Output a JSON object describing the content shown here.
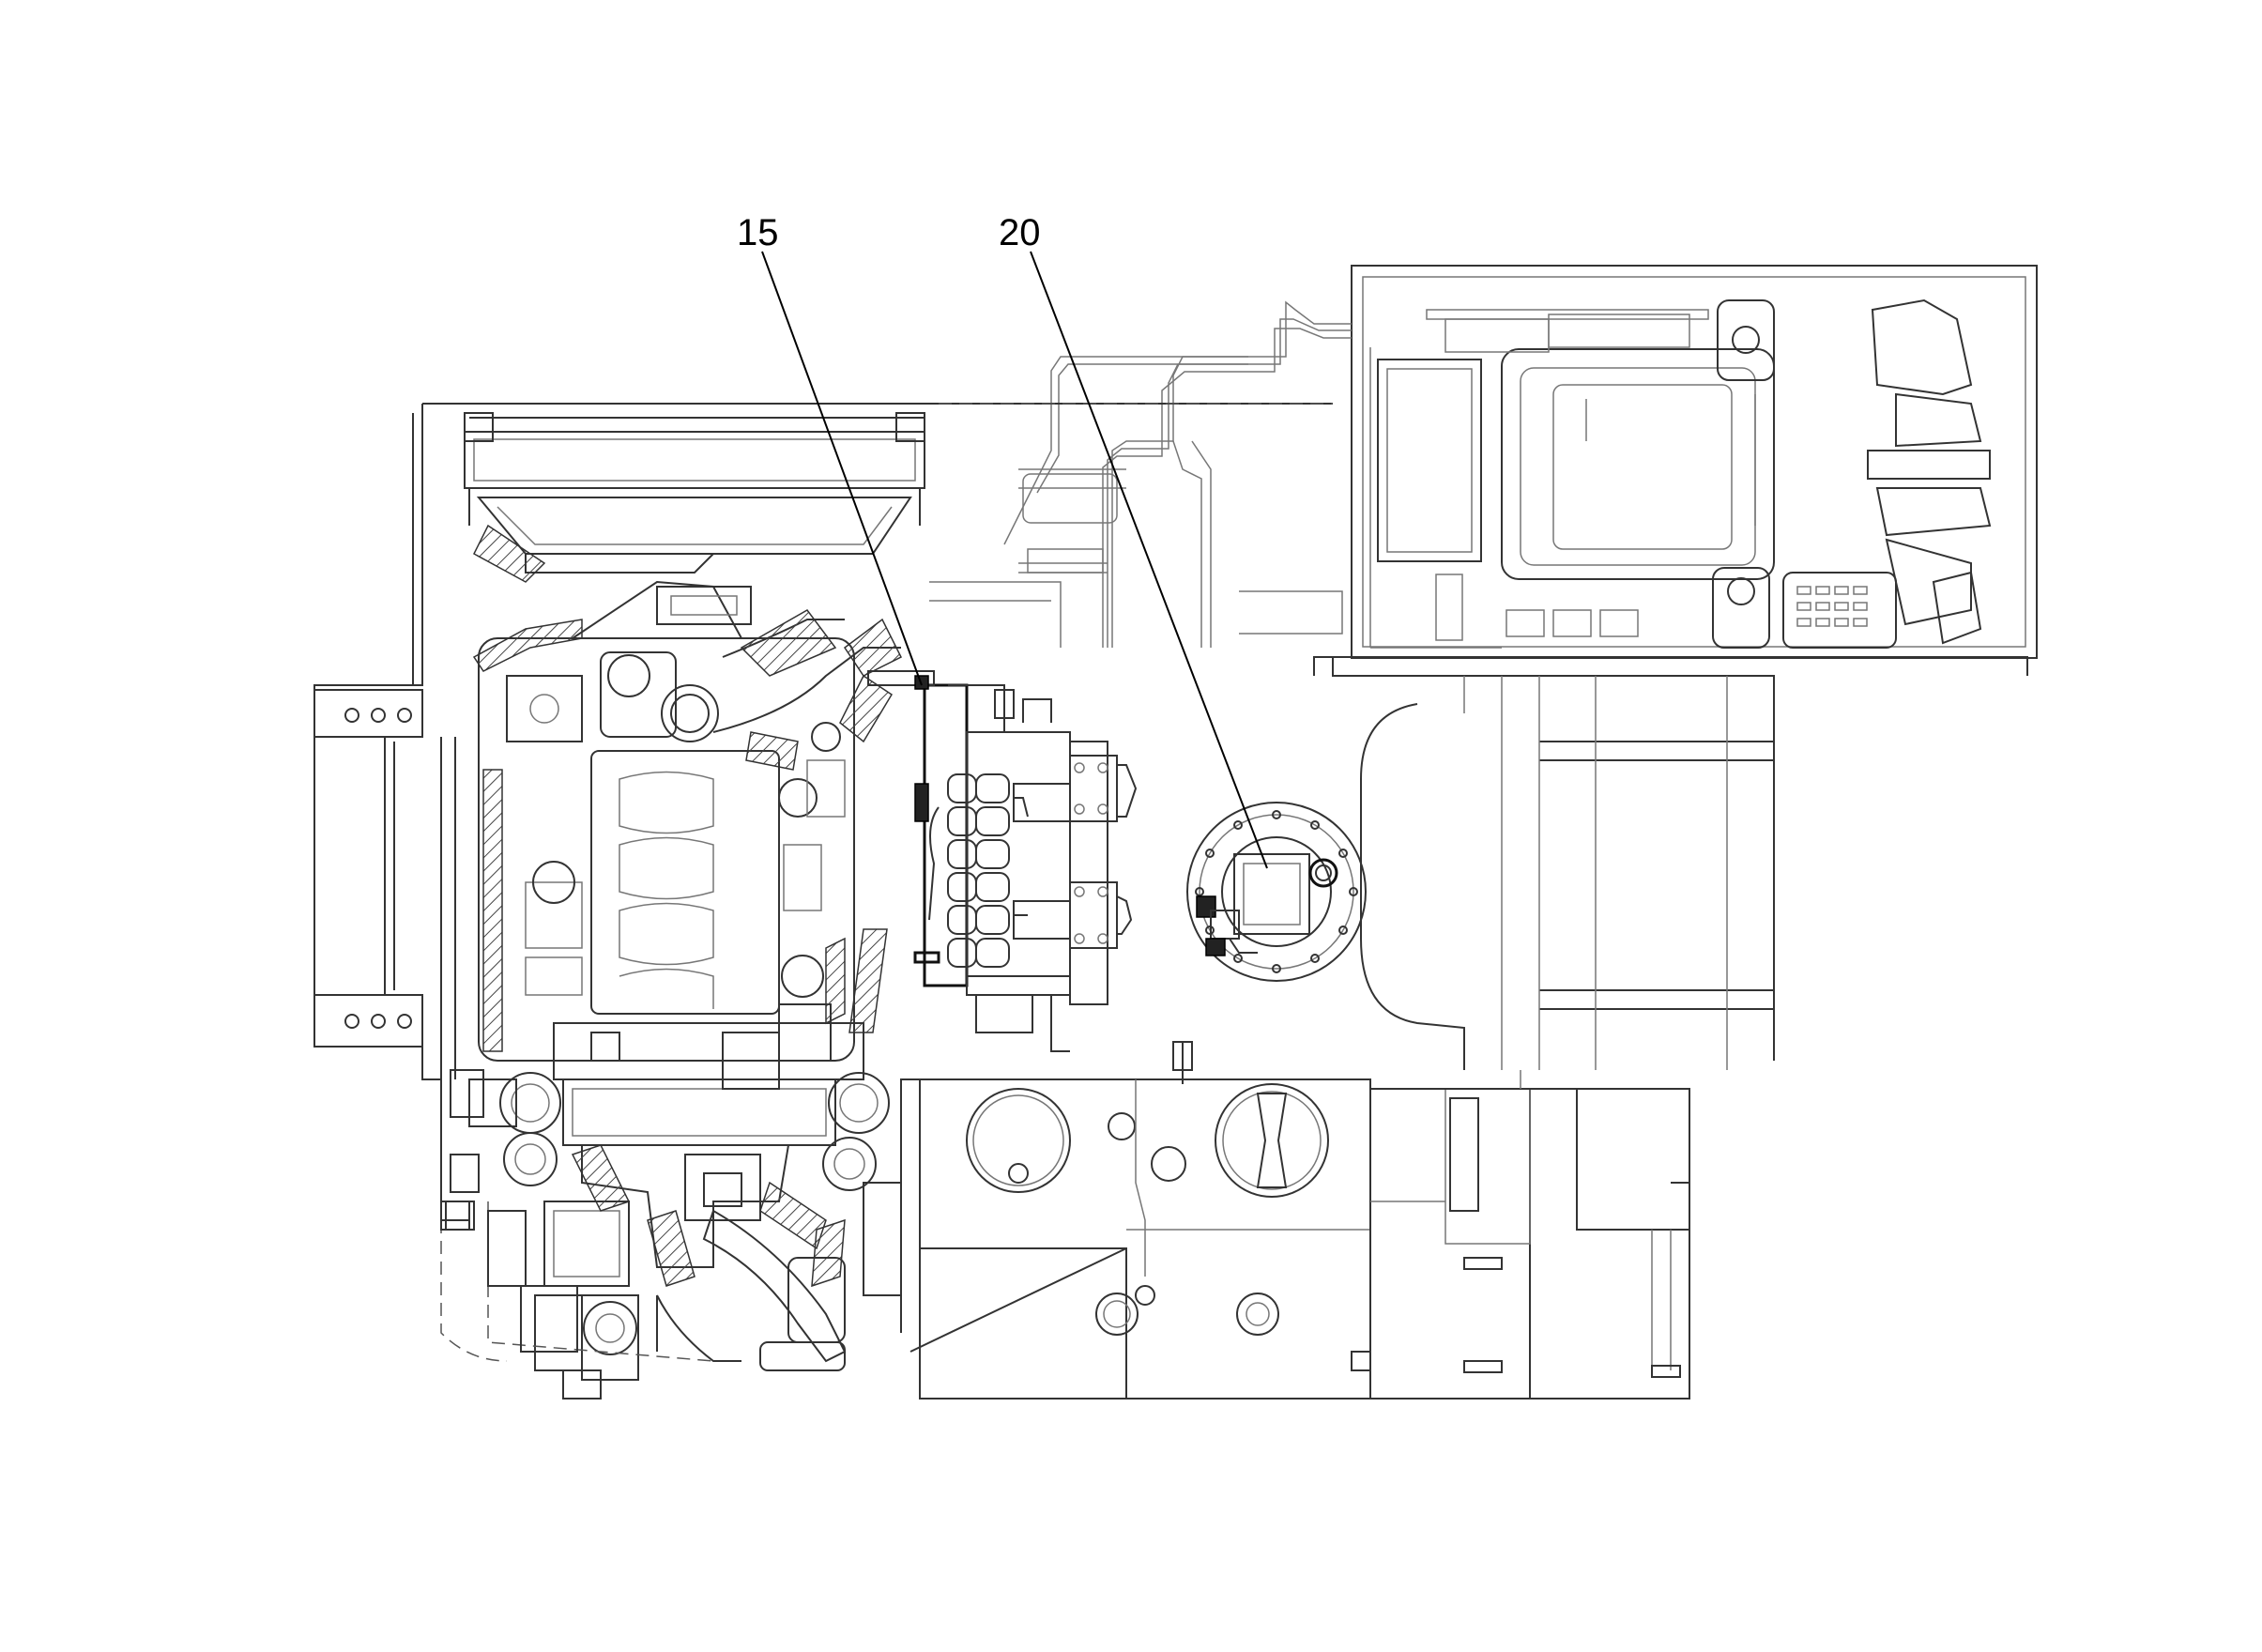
{
  "diagram": {
    "callouts": [
      {
        "label": "15",
        "target": "control-valve-assembly"
      },
      {
        "label": "20",
        "target": "swing-motor-assembly"
      }
    ],
    "colors": {
      "line": "#333333",
      "background": "#ffffff"
    }
  }
}
